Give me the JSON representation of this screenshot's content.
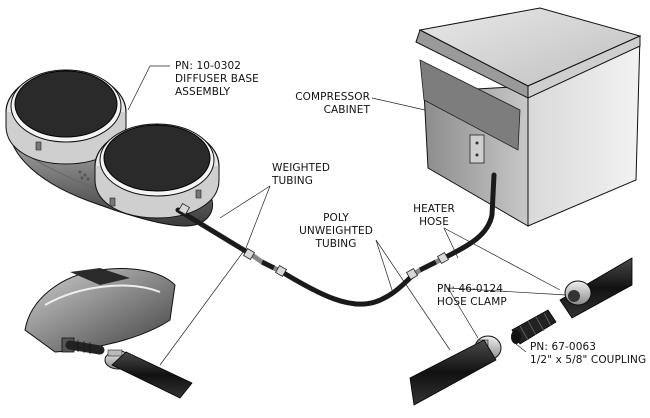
{
  "labels": {
    "diffuser": {
      "line1": "PN: 10-0302",
      "line2": "DIFFUSER BASE",
      "line3": "ASSEMBLY"
    },
    "compressor": {
      "line1": "COMPRESSOR",
      "line2": "CABINET"
    },
    "weighted": {
      "line1": "WEIGHTED",
      "line2": "TUBING"
    },
    "poly": {
      "line1": "POLY",
      "line2": "UNWEIGHTED",
      "line3": "TUBING"
    },
    "heater": {
      "line1": "HEATER",
      "line2": "HOSE"
    },
    "clamp": {
      "line1": "PN: 46-0124",
      "line2": "HOSE CLAMP"
    },
    "coupling": {
      "line1": "PN: 67-0063",
      "line2": "1/2\" x 5/8\" COUPLING"
    }
  },
  "colors": {
    "diffuser_membrane": "#2a2a2a",
    "cabinet_face": "#a9a9a9",
    "tubing": "#1a1a1a",
    "hose": "#222222"
  }
}
